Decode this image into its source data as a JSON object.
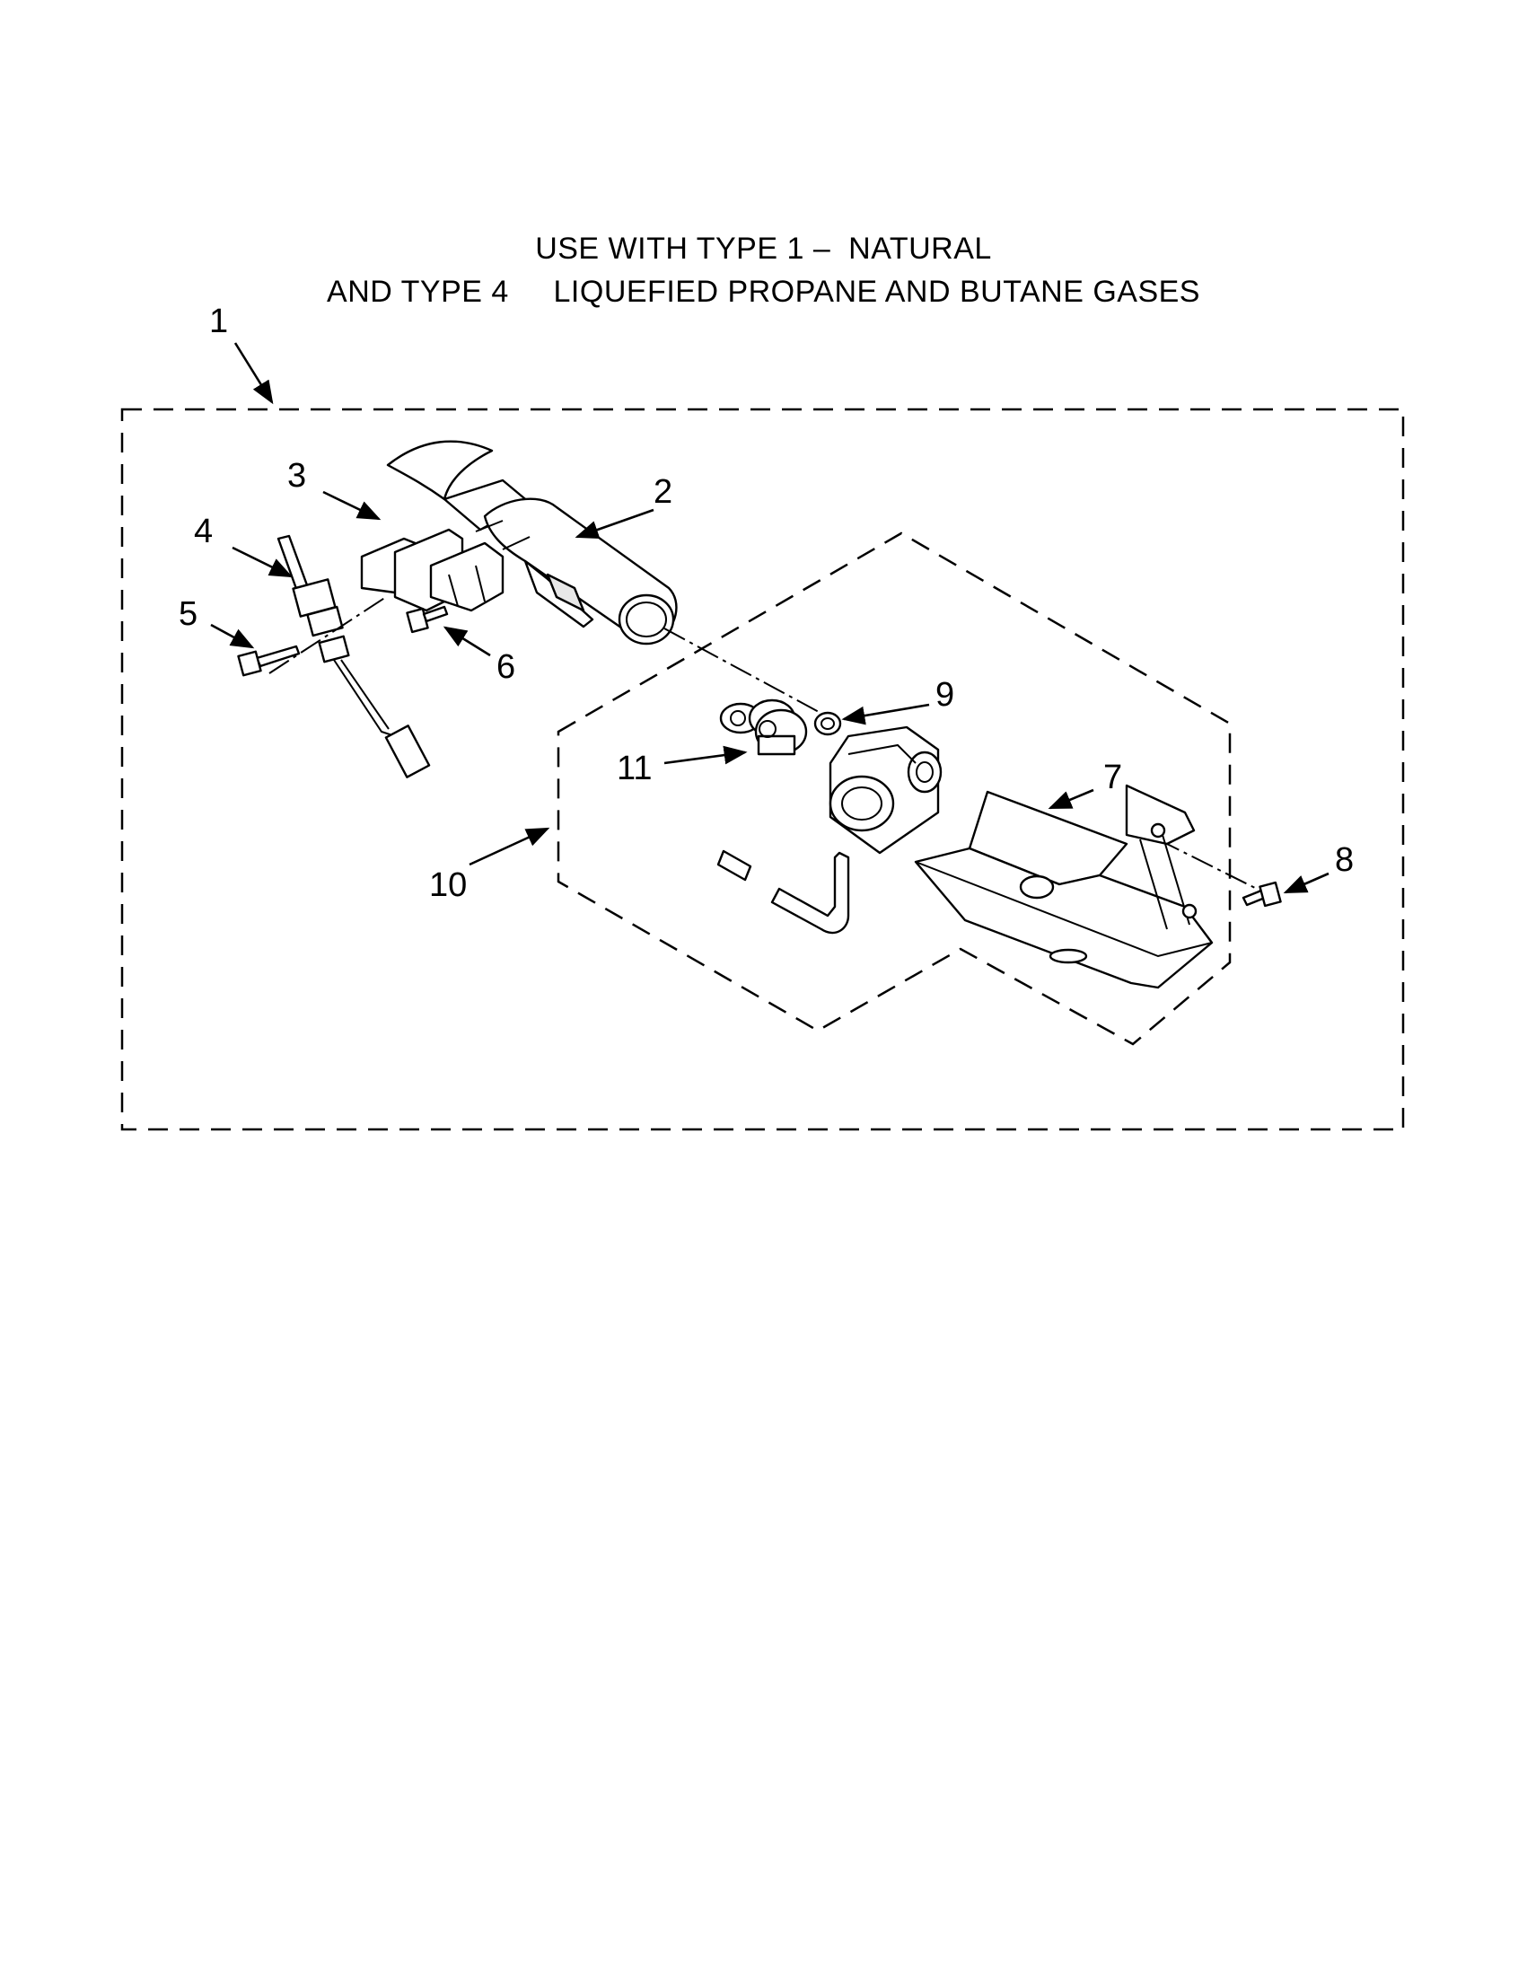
{
  "header": {
    "line1": "USE WITH TYPE 1 –  NATURAL",
    "line2": "AND TYPE 4     LIQUEFIED PROPANE AND BUTANE GASES"
  },
  "callouts": {
    "c1": "1",
    "c2": "2",
    "c3": "3",
    "c4": "4",
    "c5": "5",
    "c6": "6",
    "c7": "7",
    "c8": "8",
    "c9": "9",
    "c10": "10",
    "c11": "11"
  }
}
